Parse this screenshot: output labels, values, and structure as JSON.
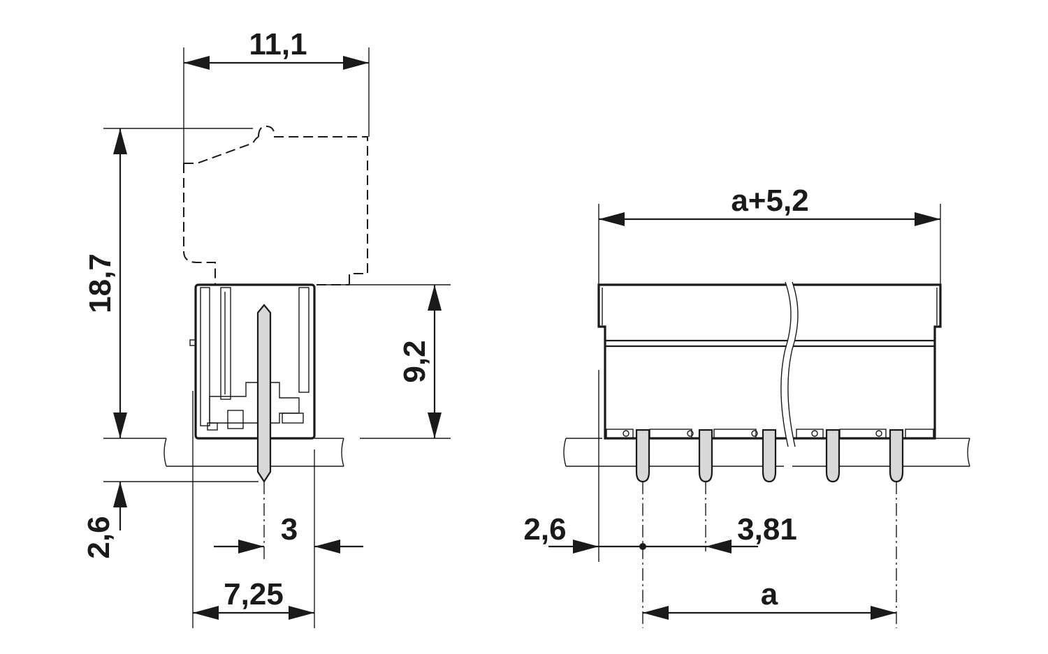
{
  "dimensions": {
    "side_width": "11,1",
    "total_height": "18,7",
    "body_height": "9,2",
    "pin_depth": "2,6",
    "pin_offset": "3",
    "base_width": "7,25",
    "front_overall": "a+5,2",
    "front_edge": "2,6",
    "pitch": "3,81",
    "front_span": "a"
  }
}
